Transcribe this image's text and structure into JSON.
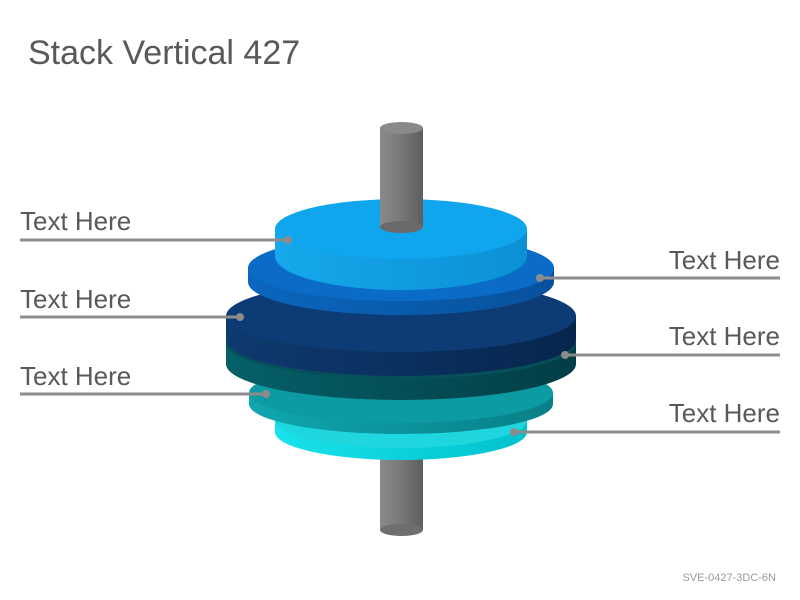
{
  "title": "Stack Vertical 427",
  "footer_code": "SVE-0427-3DC-6N",
  "labels": {
    "left": [
      "Text Here",
      "Text Here",
      "Text Here"
    ],
    "right": [
      "Text Here",
      "Text Here",
      "Text Here"
    ]
  },
  "colors": {
    "title_text": "#595959",
    "leader_line": "#8c8c8c",
    "axle": "#7f7f7f",
    "disk_1": "#0ea5e9",
    "disk_2": "#0a6fcc",
    "disk_3": "#0b3f7e",
    "disk_4": "#05525a",
    "disk_5": "#0a9ba4",
    "disk_6": "#00d2dc"
  }
}
